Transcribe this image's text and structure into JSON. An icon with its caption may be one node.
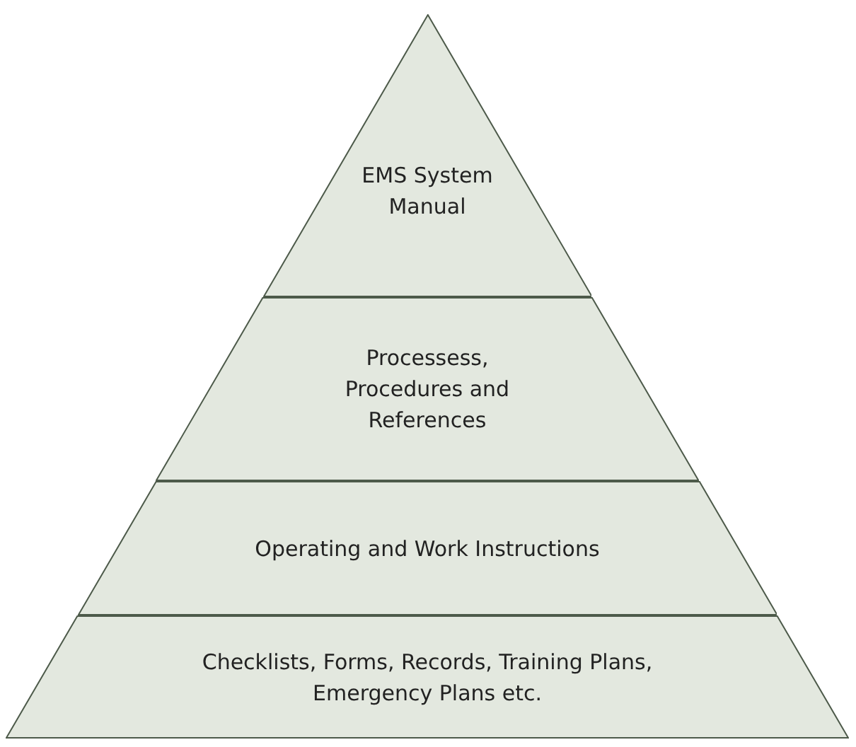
{
  "diagram": {
    "nodes": [
      {
        "text": [
          "EMS System Manual"
        ]
      },
      {
        "text": [
          "Processess, Procedures and References"
        ]
      },
      {
        "text": [
          "Operating and Work Instructions"
        ]
      },
      {
        "text": [
          "Checklists, Forms, Records, Training Plans, Emergency Plans etc."
        ]
      }
    ]
  }
}
